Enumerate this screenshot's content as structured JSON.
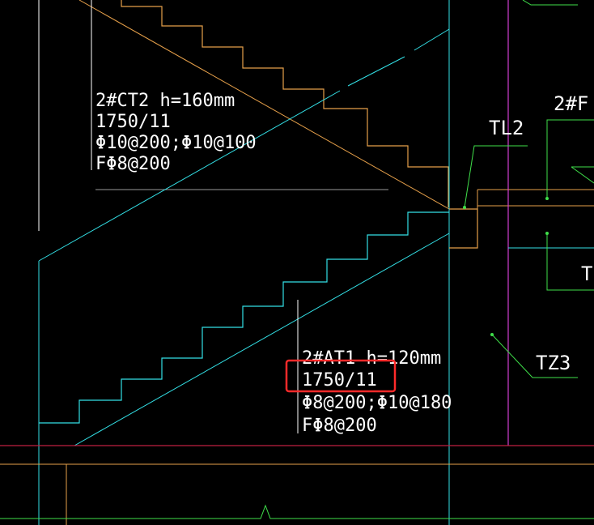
{
  "colors": {
    "background": "#000000",
    "cyan": "#33e0e6",
    "orange": "#e6a04a",
    "white": "#ffffff",
    "magenta": "#d040d0",
    "green": "#3fe04a",
    "red_line": "#c02040",
    "highlight": "#ff2a2a",
    "grey": "#9a9a9a"
  },
  "labels": {
    "ct2_name": "2#CT2  h=160mm",
    "ct2_steps": "1750/11",
    "ct2_rebar": "Φ10@200;Φ10@100",
    "ct2_dist": "FΦ8@200",
    "at1_name": "2#AT1  h=120mm",
    "at1_steps": "1750/11",
    "at1_rebar": "Φ8@200;Φ10@180",
    "at1_dist": "FΦ8@200",
    "tl2": "TL2",
    "tz3": "TZ3",
    "right_top": "2#F",
    "right_mid": "T"
  }
}
